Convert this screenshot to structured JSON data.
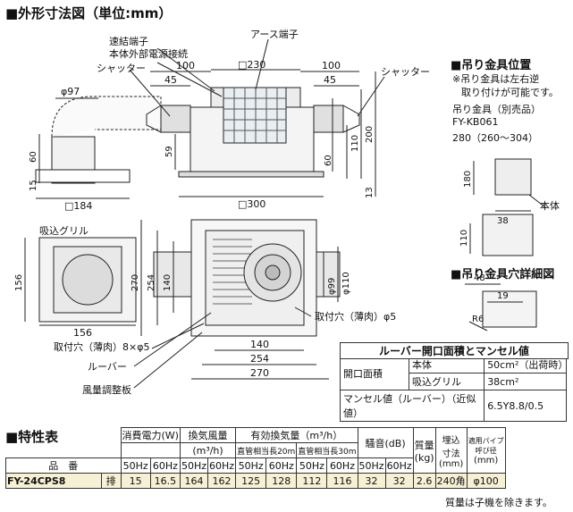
{
  "titles": {
    "dimensions": "■外形寸法図（単位:mm）",
    "hanger_position": "■吊り金具位置",
    "hanger_hole": "■吊り金具穴詳細図",
    "spec": "■特性表"
  },
  "notes": {
    "hanger_note_1": "※吊り金具は左右逆",
    "hanger_note_2": "取り付けが可能です。",
    "hanger_optional": "吊り金具（別売品）",
    "hanger_model": "FY-KB061",
    "hanger_range": "280（260～304）",
    "weight_note": "質量は子機を除きます。"
  },
  "labels": {
    "quick_terminal": "速結端子",
    "external_power": "本体外部電源接続",
    "earth_terminal": "アース端子",
    "shutter_left": "シャッター",
    "shutter_right": "シャッター",
    "intake_grille": "吸込グリル",
    "mount_hole_1": "取付穴（薄肉）φ5",
    "mount_hole_2": "取付穴（薄肉）8×φ5",
    "louver": "ルーバー",
    "airflow_plate": "風量調整板",
    "body": "本体"
  },
  "dims": {
    "d100a": "100",
    "d45a": "45",
    "d230": "□230",
    "d100b": "100",
    "d45b": "45",
    "d97": "φ97",
    "d60a": "60",
    "d15a": "15",
    "d59": "59",
    "d200": "200",
    "d110a": "110",
    "d60b": "60",
    "d13": "13",
    "d184": "□184",
    "d300": "□300",
    "d156a": "156",
    "d270a": "270",
    "d254a": "254",
    "d140a": "140",
    "d99": "φ99",
    "d110b": "φ110",
    "d156b": "156",
    "d140b": "140",
    "d254b": "254",
    "d270b": "270",
    "d180": "180",
    "d110c": "110",
    "d38": "38",
    "d48": "48",
    "d19": "19",
    "dR6": "R6"
  },
  "louver_table": {
    "title": "ルーバー開口面積とマンセル値",
    "row1_head": "開口面積",
    "row1a_label": "本体",
    "row1a_value": "50cm²（出荷時）",
    "row1b_label": "吸込グリル",
    "row1b_value": "38cm²",
    "row2_head": "マンセル値（ルーバー）（近似値）",
    "row2_value": "6.5Y8.8/0.5"
  },
  "spec_table": {
    "h_power": "消費電力(W)",
    "h_vent": "換気風量",
    "h_vent_unit": "(m³/h)",
    "h_effective": "有効換気量（m³/h）",
    "h_duct20": "直管相当長20m",
    "h_duct30": "直管相当長30m",
    "h_noise": "騒音(dB)",
    "h_weight": "質量",
    "h_weight_unit": "(kg)",
    "h_embed": "埋込",
    "h_embed2": "寸法",
    "h_embed_unit": "(mm)",
    "h_pipe1": "適用パイプ",
    "h_pipe2": "呼び径",
    "h_pipe_unit": "(mm)",
    "h_model": "品　番",
    "hz50": "50Hz",
    "hz60": "60Hz",
    "row": {
      "model": "FY-24CPS8",
      "type": "排",
      "p50": "15",
      "p60": "16.5",
      "v50": "164",
      "v60": "162",
      "e20_50": "125",
      "e20_60": "128",
      "e30_50": "112",
      "e30_60": "116",
      "n50": "32",
      "n60": "32",
      "weight": "2.6",
      "embed": "240角",
      "pipe": "φ100"
    }
  }
}
